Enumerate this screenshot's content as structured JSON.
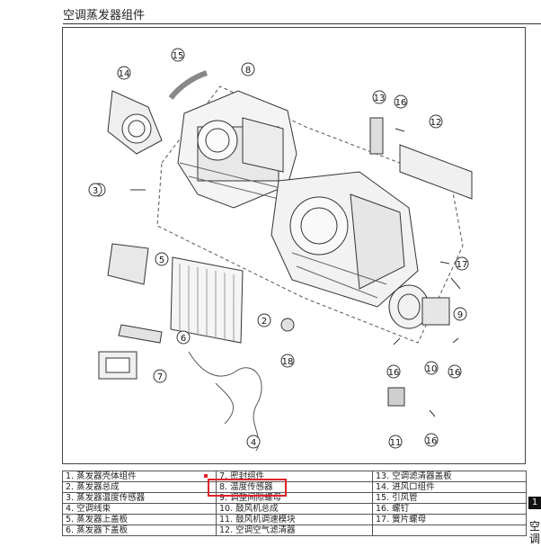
{
  "page": {
    "title": "空调蒸发器组件",
    "side_tab": "1",
    "side_text": "空调"
  },
  "callouts": [
    "1",
    "2",
    "3",
    "4",
    "5",
    "6",
    "7",
    "8",
    "9",
    "10",
    "11",
    "12",
    "13",
    "14",
    "15",
    "16",
    "17",
    "18"
  ],
  "parts_table": {
    "rows": [
      [
        "1. 蒸发器壳体组件",
        "7. 密封组件",
        "13. 空调滤清器盖板"
      ],
      [
        "2. 蒸发器总成",
        "8. 温度传感器",
        "14. 进风口组件"
      ],
      [
        "3. 蒸发器温度传感器",
        "9. 调整间隙螺母",
        "15. 引风管"
      ],
      [
        "4. 空调线束",
        "10. 鼓风机总成",
        "16. 螺钉"
      ],
      [
        "5. 蒸发器上盖板",
        "11. 鼓风机调速模块",
        "17. 簧片螺母"
      ],
      [
        "6. 蒸发器下盖板",
        "12. 空调空气滤清器",
        ""
      ]
    ]
  },
  "highlight": {
    "color": "#e0242b",
    "target": "8. 温度传感器"
  }
}
